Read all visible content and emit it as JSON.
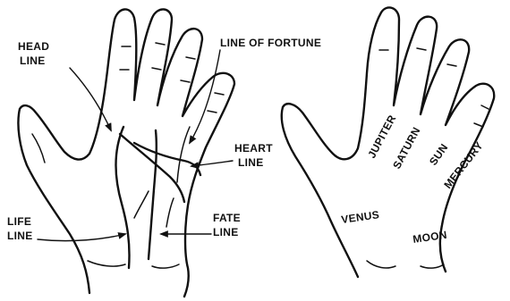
{
  "left_hand": {
    "head_line_1": "HEAD",
    "head_line_2": "LINE",
    "line_of_fortune": "LINE OF FORTUNE",
    "heart_line_1": "HEART",
    "heart_line_2": "LINE",
    "life_line_1": "LIFE",
    "life_line_2": "LINE",
    "fate_line_1": "FATE",
    "fate_line_2": "LINE"
  },
  "right_hand": {
    "jupiter": "JUPITER",
    "saturn": "SATURN",
    "sun": "SUN",
    "mercury": "MERCURY",
    "venus": "VENUS",
    "moon": "MOON"
  },
  "colors": {
    "ink": "#111111",
    "background": "#ffffff"
  }
}
